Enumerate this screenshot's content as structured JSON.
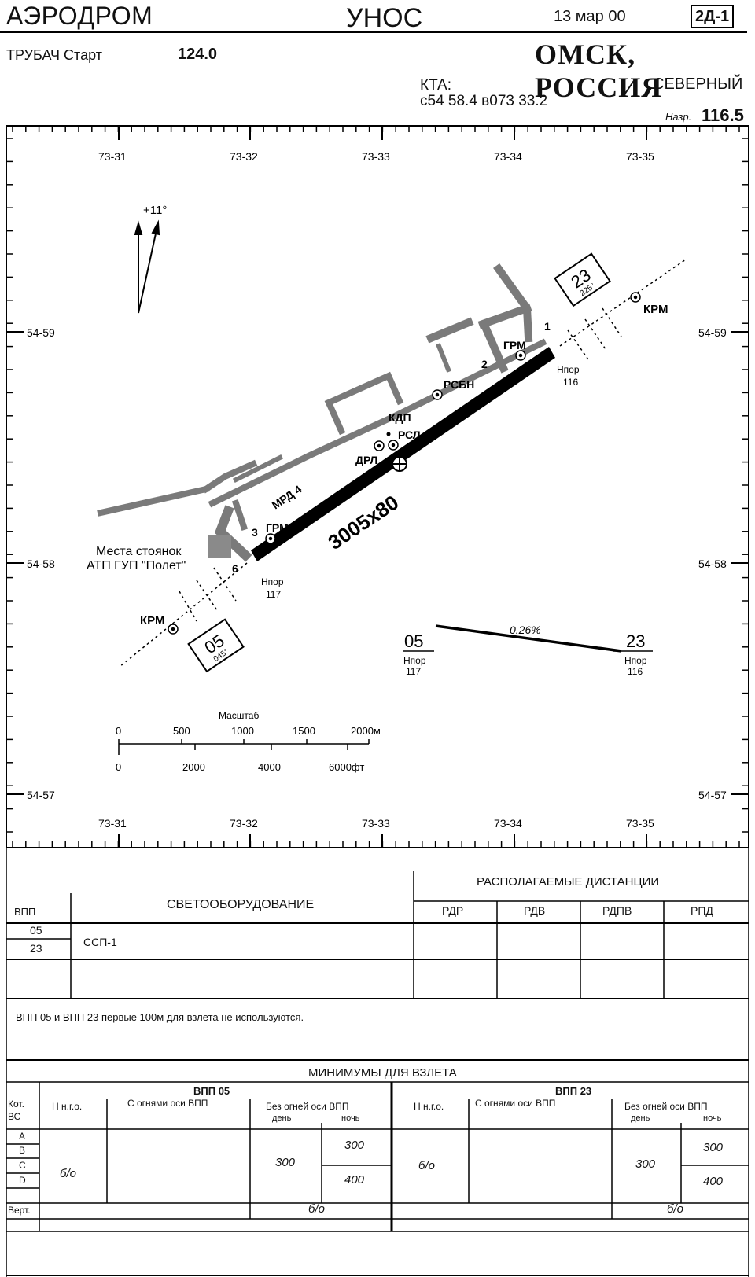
{
  "header": {
    "left_title": "АЭРОДРОМ",
    "center_title": "УНОС",
    "date": "13 мар 00",
    "chart_id": "2Д-1",
    "tower_label": "ТРУБАЧ Старт",
    "tower_freq": "124.0",
    "city": "ОМСК, РОССИЯ",
    "kta_label": "КТА:",
    "kta_coords": "с54 58.4 в073 33.2",
    "airport_name": "СЕВЕРНЫЙ",
    "atis_label": "Назр.",
    "atis_freq": "116.5"
  },
  "map": {
    "lon_labels": [
      "73-31",
      "73-32",
      "73-33",
      "73-34",
      "73-35"
    ],
    "lat_labels": [
      "54-59",
      "54-58",
      "54-57"
    ],
    "variation": "+11°",
    "runway_dims": "3005x80",
    "rwy_23": "23",
    "rwy_23_hdg": "225°",
    "rwy_05": "05",
    "rwy_05_hdg": "045°",
    "krm": "КРМ",
    "grm": "ГРМ",
    "rsbn": "РСБН",
    "kdp": "КДП",
    "rsl": "РСЛ",
    "drl": "ДРЛ",
    "mrd4": "МРД 4",
    "twy1": "1",
    "twy2": "2",
    "twy3": "3",
    "twy6": "6",
    "hpor_label": "Hпор",
    "hpor_23": "116",
    "hpor_05": "117",
    "parking_line1": "Места стоянок",
    "parking_line2": "АТП ГУП \"Полет\"",
    "slope": "0.26%",
    "scale_title": "Масштаб",
    "scale_m": [
      "0",
      "500",
      "1000",
      "1500",
      "2000м"
    ],
    "scale_ft": [
      "0",
      "2000",
      "4000",
      "6000фт"
    ]
  },
  "distances": {
    "rwy_col": "ВПП",
    "lighting_col": "СВЕТООБОРУДОВАНИЕ",
    "available": "РАСПОЛАГАЕМЫЕ ДИСТАНЦИИ",
    "cols": [
      "РДР",
      "РДВ",
      "РДПВ",
      "РПД"
    ],
    "rwy1": "05",
    "rwy2": "23",
    "lighting": "ССП-1",
    "note": "ВПП 05 и ВПП 23 первые 100м для взлета не используются."
  },
  "minimums": {
    "title": "МИНИМУМЫ ДЛЯ ВЗЛЕТА",
    "cat_label": "Кот. ВС",
    "cats": [
      "A",
      "B",
      "C",
      "D",
      "Верт."
    ],
    "rwy05": "ВПП 05",
    "rwy23": "ВПП 23",
    "nngo": "Н н.г.о.",
    "with_lights": "С огнями оси ВПП",
    "without_lights": "Без огней оси ВПП",
    "day": "день",
    "night": "ночь",
    "bo": "б/о",
    "v300": "300",
    "v400": "400"
  }
}
